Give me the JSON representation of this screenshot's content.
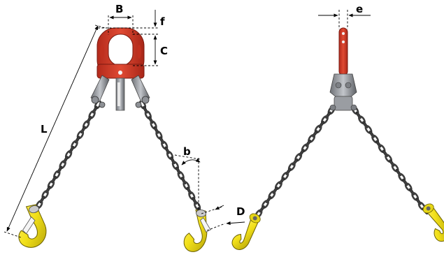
{
  "diagram": {
    "dimension_labels": {
      "B": "B",
      "f": "f",
      "C": "C",
      "L": "L",
      "b": "b",
      "D": "D",
      "e": "e"
    },
    "colors": {
      "master_link": "#d8402c",
      "chain": "#3d3d3d",
      "hook": "#f2e019",
      "fittings": "#8e9196"
    }
  }
}
